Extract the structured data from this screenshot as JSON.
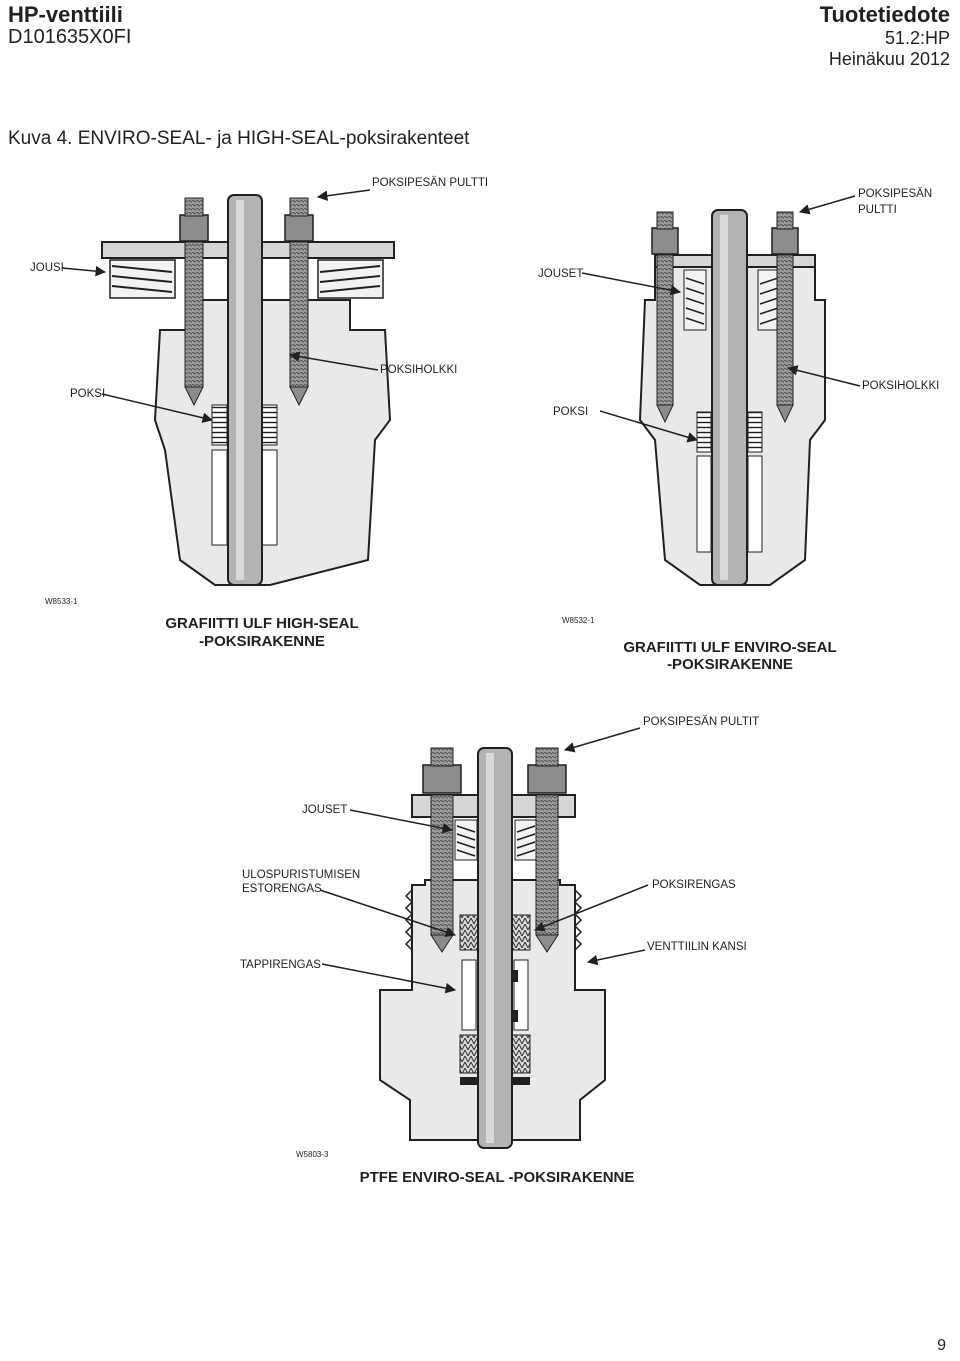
{
  "header": {
    "product": "HP-venttiili",
    "doc_number": "D101635X0FI",
    "doc_type": "Tuotetiedote",
    "section": "51.2:HP",
    "date": "Heinäkuu 2012"
  },
  "figure": {
    "title": "Kuva 4. ENVIRO-SEAL- ja HIGH-SEAL-poksirakenteet"
  },
  "diagram1": {
    "labels": {
      "bolt": "POKSIPESÄN PULTTI",
      "spring": "JOUSI",
      "packing": "POKSI",
      "bushing": "POKSIHOLKKI"
    },
    "code": "W8533-1",
    "caption_line1": "GRAFIITTI ULF HIGH-SEAL",
    "caption_line2": "-POKSIRAKENNE"
  },
  "diagram2": {
    "labels": {
      "bolt_line1": "POKSIPESÄN",
      "bolt_line2": "PULTTI",
      "springs": "JOUSET",
      "packing": "POKSI",
      "bushing": "POKSIHOLKKI"
    },
    "code": "W8532-1",
    "caption_line1": "GRAFIITTI ULF ENVIRO-SEAL",
    "caption_line2": "-POKSIRAKENNE"
  },
  "diagram3": {
    "labels": {
      "bolts": "POKSIPESÄN PULTIT",
      "springs": "JOUSET",
      "anti_ext_line1": "ULOSPURISTUMISEN",
      "anti_ext_line2": "ESTORENGAS",
      "packing_ring": "POKSIRENGAS",
      "lantern_ring": "TAPPIRENGAS",
      "bonnet": "VENTTIILIN KANSI"
    },
    "code": "W5803-3",
    "caption": "PTFE ENVIRO-SEAL -POKSIRAKENNE"
  },
  "page_number": "9",
  "colors": {
    "metal": "#b3b3b3",
    "metal_dark": "#6d6d6d",
    "outline": "#231f20",
    "body": "#e9e9e9"
  }
}
